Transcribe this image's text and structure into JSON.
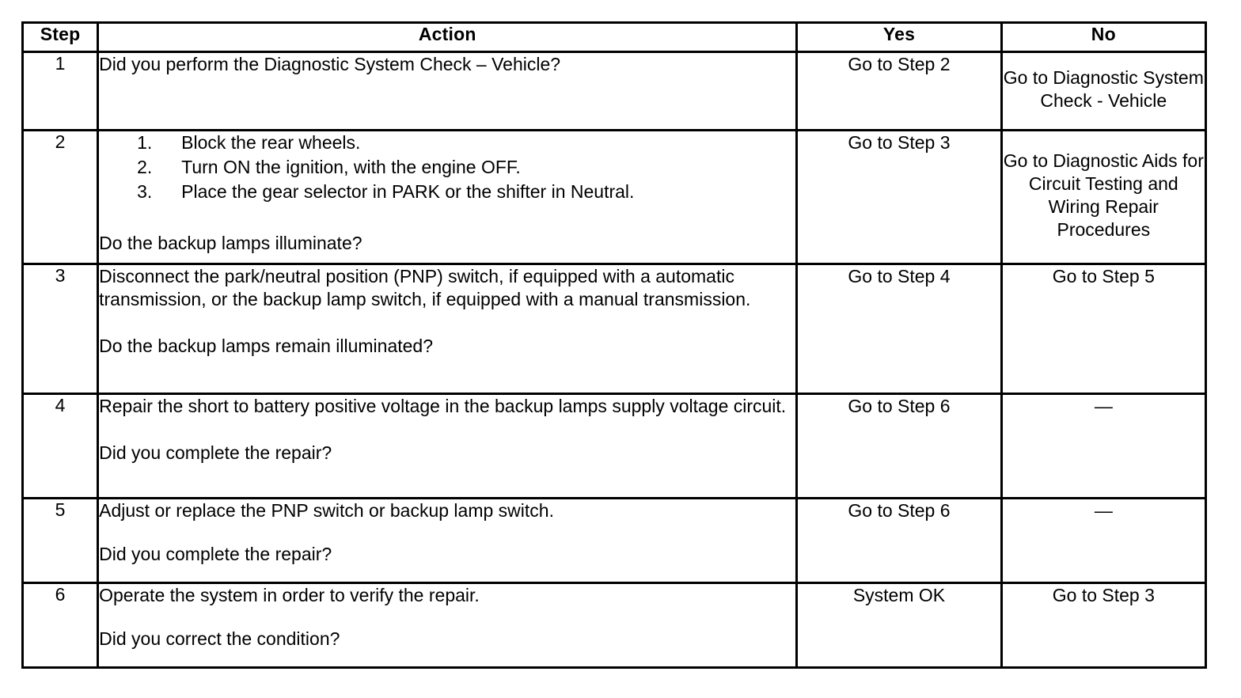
{
  "table": {
    "columns": [
      {
        "key": "step",
        "label": "Step"
      },
      {
        "key": "action",
        "label": "Action"
      },
      {
        "key": "yes",
        "label": "Yes"
      },
      {
        "key": "no",
        "label": "No"
      }
    ],
    "rows": [
      {
        "step": "1",
        "action_lead": "Did you perform the Diagnostic System Check – Vehicle?",
        "action_tail": "",
        "list": [],
        "yes": "Go to Step 2",
        "no": "Go to Diagnostic System Check - Vehicle"
      },
      {
        "step": "2",
        "action_lead": "",
        "action_tail": "Do the backup lamps illuminate?",
        "list": [
          {
            "num": "1.",
            "text": "Block the rear wheels."
          },
          {
            "num": "2.",
            "text": "Turn ON the ignition, with the engine OFF."
          },
          {
            "num": "3.",
            "text": "Place the gear selector in PARK or the shifter in Neutral."
          }
        ],
        "yes": "Go to Step 3",
        "no": "Go to Diagnostic Aids for Circuit Testing and Wiring Repair Procedures"
      },
      {
        "step": "3",
        "action_lead": "Disconnect the park/neutral position (PNP) switch, if equipped with a automatic transmission, or the backup lamp switch, if equipped with a manual transmission.",
        "action_tail": "Do the backup lamps remain illuminated?",
        "list": [],
        "yes": "Go to Step 4",
        "no": "Go to Step 5"
      },
      {
        "step": "4",
        "action_lead": "Repair the short to battery positive voltage in the backup lamps supply voltage circuit.",
        "action_tail": "Did you complete the repair?",
        "list": [],
        "yes": "Go to Step 6",
        "no": "—"
      },
      {
        "step": "5",
        "action_lead": "Adjust or replace the PNP switch or backup lamp switch.",
        "action_tail": "Did you complete the repair?",
        "list": [],
        "yes": "Go to Step 6",
        "no": "—"
      },
      {
        "step": "6",
        "action_lead": "Operate the system in order to verify the repair.",
        "action_tail": "Did you correct the condition?",
        "list": [],
        "yes": "System OK",
        "no": "Go to Step 3"
      }
    ]
  },
  "colors": {
    "background": "#ffffff",
    "text": "#000000",
    "border": "#000000"
  }
}
